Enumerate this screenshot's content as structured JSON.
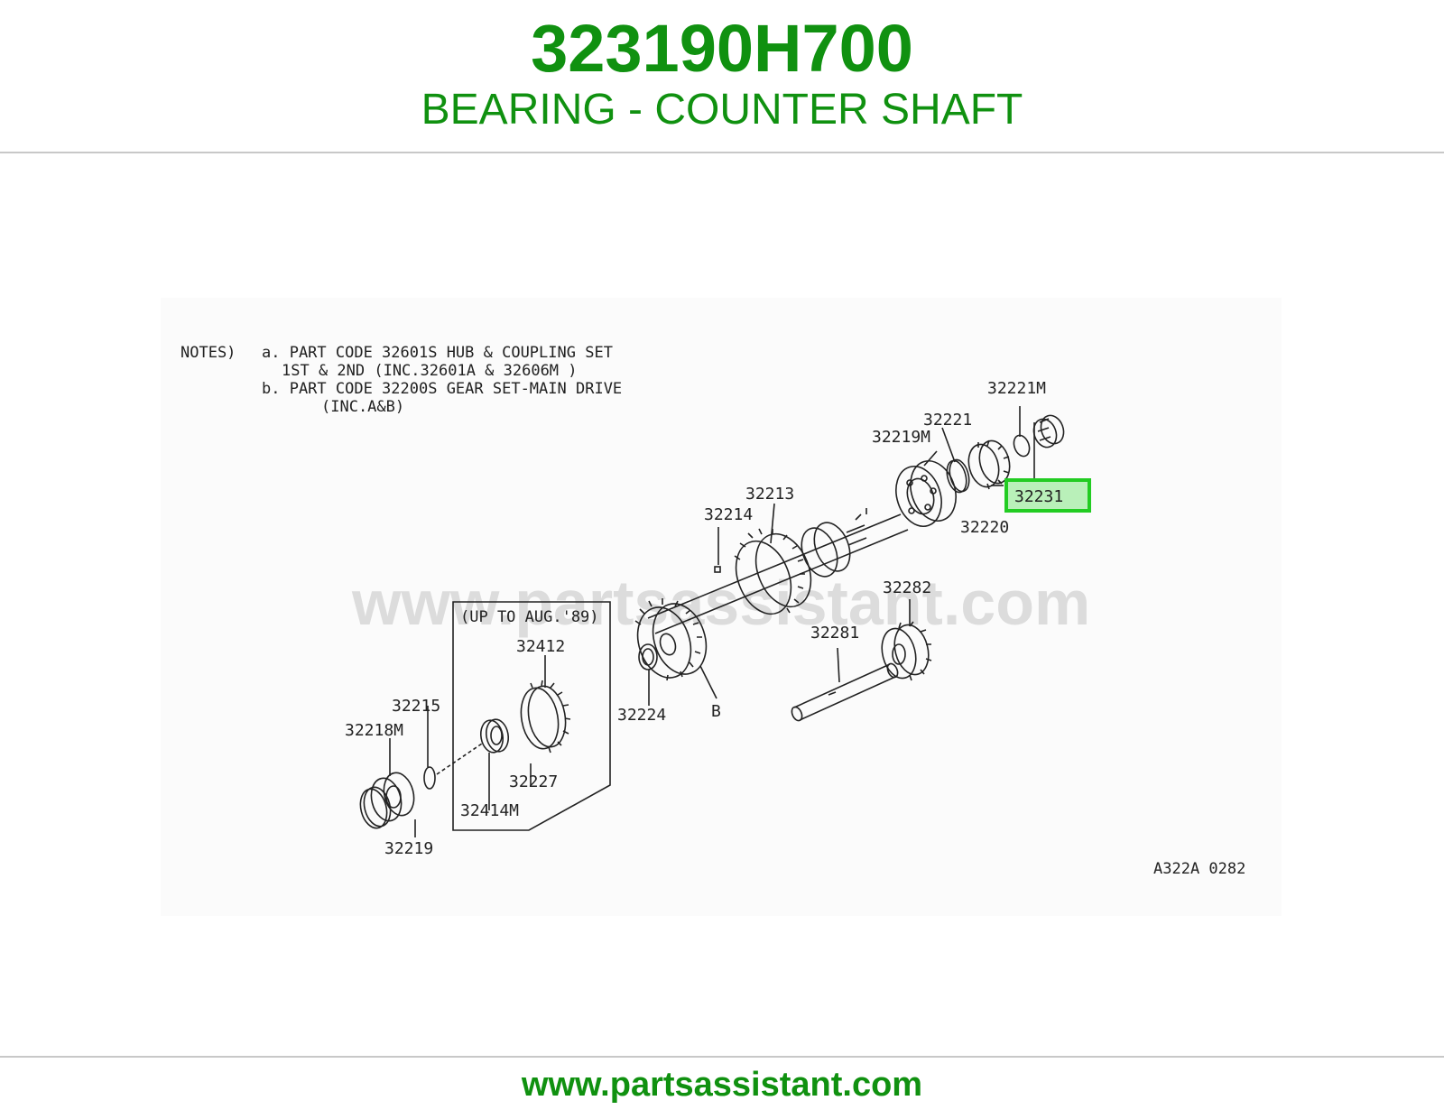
{
  "header": {
    "part_number": "323190H700",
    "part_description": "BEARING - COUNTER SHAFT"
  },
  "diagram": {
    "notes_label": "NOTES)",
    "notes": [
      "a. PART CODE 32601S HUB & COUPLING SET",
      "1ST & 2ND (INC.32601A & 32606M )",
      "b. PART CODE 32200S GEAR SET-MAIN DRIVE",
      "(INC.A&B)"
    ],
    "inset_title": "(UP TO AUG.'89)",
    "callouts": {
      "p32221M": "32221M",
      "p32221": "32221",
      "p32219M": "32219M",
      "p32231": "32231",
      "p32220": "32220",
      "p32213": "32213",
      "p32214": "32214",
      "p32282": "32282",
      "p32281": "32281",
      "p32412": "32412",
      "p32215": "32215",
      "p32218M": "32218M",
      "p32227": "32227",
      "p32414M": "32414M",
      "p32219": "32219",
      "p32224": "32224",
      "pB": "B"
    },
    "highlighted_part": "32231",
    "figure_code": "A322A 0282",
    "watermark": "www.partsassistant.com",
    "highlight_color": "#22cc22"
  },
  "footer": {
    "url": "www.partsassistant.com"
  },
  "colors": {
    "brand_green": "#109110",
    "rule_gray": "#c8c8c8"
  }
}
